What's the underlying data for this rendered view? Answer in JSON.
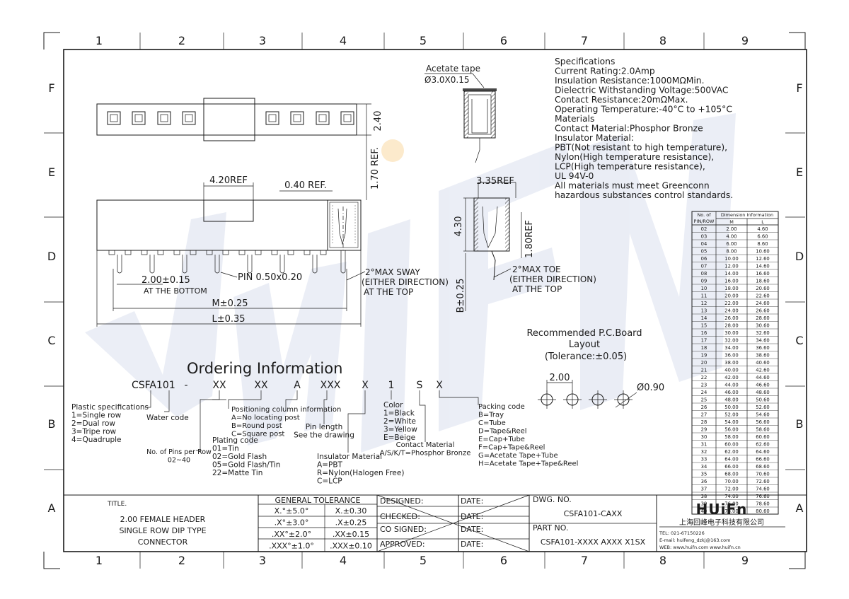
{
  "grid": {
    "cols": [
      "1",
      "2",
      "3",
      "4",
      "5",
      "6",
      "7",
      "8",
      "9"
    ],
    "rows": [
      "F",
      "E",
      "D",
      "C",
      "B",
      "A"
    ]
  },
  "watermark": {
    "text": "HUIFN",
    "color": "#3b57a8"
  },
  "dims": {
    "h240": "2.40",
    "h170": "1.70 REF.",
    "w420": "4.20REF",
    "w040": "0.40 REF.",
    "pitch": "2.00±0.15",
    "pitch_note": "AT THE BOTTOM",
    "pin": "PIN 0.50x0.20",
    "m": "M±0.25",
    "l": "L±0.35",
    "sway1": "2°MAX SWAY",
    "sway2": "(EITHER DIRECTION)",
    "sway3": "AT THE TOP",
    "acetate": "Acetate tape",
    "acetate_dim": "Ø3.0X0.15",
    "w335": "3.35REF",
    "h430": "4.30",
    "h180": "1.80REF",
    "b": "B±0.25",
    "toe1": "2°MAX TOE",
    "toe2": "(EITHER DIRECTION)",
    "toe3": "AT THE TOP"
  },
  "specs": [
    "Specifications",
    "Current Rating:2.0Amp",
    "Insulation Resistance:1000MΩMin.",
    "Dielectric Withstanding Voltage:500VAC",
    "Contact Resistance:20mΩMax.",
    "Operating Temperature:-40°C to +105°C",
    "Materials",
    "Contact Material:Phosphor Bronze",
    "Insulator Material:",
    "PBT(Not resistant to high temperature),",
    "Nylon(High temperature resistance),",
    "LCP(High temperature resistance),",
    "UL 94V-0",
    "All materials must meet Greenconn",
    "hazardous substances control standards."
  ],
  "dim_table": {
    "h_no": "No. of",
    "h_pin": "PIN/ROW",
    "h_dim": "Dimension Information",
    "h_m": "M",
    "h_l": "L",
    "rows": [
      [
        "02",
        "2.00",
        "4.60"
      ],
      [
        "03",
        "4.00",
        "6.60"
      ],
      [
        "04",
        "6.00",
        "8.60"
      ],
      [
        "05",
        "8.00",
        "10.60"
      ],
      [
        "06",
        "10.00",
        "12.60"
      ],
      [
        "07",
        "12.00",
        "14.60"
      ],
      [
        "08",
        "14.00",
        "16.60"
      ],
      [
        "09",
        "16.00",
        "18.60"
      ],
      [
        "10",
        "18.00",
        "20.60"
      ],
      [
        "11",
        "20.00",
        "22.60"
      ],
      [
        "12",
        "22.00",
        "24.60"
      ],
      [
        "13",
        "24.00",
        "26.60"
      ],
      [
        "14",
        "26.00",
        "28.60"
      ],
      [
        "15",
        "28.00",
        "30.60"
      ],
      [
        "16",
        "30.00",
        "32.60"
      ],
      [
        "17",
        "32.00",
        "34.60"
      ],
      [
        "18",
        "34.00",
        "36.60"
      ],
      [
        "19",
        "36.00",
        "38.60"
      ],
      [
        "20",
        "38.00",
        "40.60"
      ],
      [
        "21",
        "40.00",
        "42.60"
      ],
      [
        "22",
        "42.00",
        "44.60"
      ],
      [
        "23",
        "44.00",
        "46.60"
      ],
      [
        "24",
        "46.00",
        "48.60"
      ],
      [
        "25",
        "48.00",
        "50.60"
      ],
      [
        "26",
        "50.00",
        "52.60"
      ],
      [
        "27",
        "52.00",
        "54.60"
      ],
      [
        "28",
        "54.00",
        "56.60"
      ],
      [
        "29",
        "56.00",
        "58.60"
      ],
      [
        "30",
        "58.00",
        "60.60"
      ],
      [
        "31",
        "60.00",
        "62.60"
      ],
      [
        "32",
        "62.00",
        "64.60"
      ],
      [
        "33",
        "64.00",
        "66.60"
      ],
      [
        "34",
        "66.00",
        "68.60"
      ],
      [
        "35",
        "68.00",
        "70.60"
      ],
      [
        "36",
        "70.00",
        "72.60"
      ],
      [
        "37",
        "72.00",
        "74.60"
      ],
      [
        "38",
        "74.00",
        "76.60"
      ],
      [
        "39",
        "76.00",
        "78.60"
      ],
      [
        "40",
        "78.00",
        "80.60"
      ]
    ]
  },
  "pcb": {
    "title1": "Recommended P.C.Board",
    "title2": "Layout",
    "title3": "(Tolerance:±0.05)",
    "pitch": "2.00",
    "hole": "Ø0.90"
  },
  "ordering": {
    "title": "Ordering Information",
    "code": [
      "CSFA101",
      "-",
      "XX",
      "XX",
      "A",
      "XXX",
      "X",
      "1",
      "S",
      "X"
    ],
    "plastic": [
      "Plastic specifications",
      "1=Single row",
      "2=Dual row",
      "3=Tripe row",
      "4=Quadruple"
    ],
    "water": "Water code",
    "pins": [
      "No. of Pins per Row",
      "02~40"
    ],
    "positioning": [
      "Positioning column information",
      "A=No locating post",
      "B=Round post",
      "C=Square post"
    ],
    "plating": [
      "Plating code",
      "01=Tin",
      "02=Gold Flash",
      "05=Gold Flash/Tin",
      "22=Matte Tin"
    ],
    "pinlen": [
      "Pin length",
      "See the drawing"
    ],
    "insulator": [
      "Insulator Material",
      "A=PBT",
      "R=Nylon(Halogen Free)",
      "C=LCP"
    ],
    "color": [
      "Color",
      "1=Black",
      "2=White",
      "3=Yellow",
      "E=Beige"
    ],
    "contact": [
      "Contact Material",
      "A/S/K/T=Phosphor Bronze"
    ],
    "packing": [
      "Packing code",
      "B=Tray",
      "C=Tube",
      "D=Tape&Reel",
      "E=Cap+Tube",
      "F=Cap+Tape&Reel",
      "G=Acetate Tape+Tube",
      "H=Acetate Tape+Tape&Reel"
    ]
  },
  "titleblock": {
    "title_label": "TITLE.",
    "title_lines": [
      "2.00 FEMALE HEADER",
      "SINGLE ROW DIP TYPE",
      "CONNECTOR"
    ],
    "gt": "GENERAL TOLERANCE",
    "tol": [
      [
        "X.°±5.0°",
        "X.±0.30"
      ],
      [
        ".X°±3.0°",
        ".X±0.25"
      ],
      [
        ".XX°±2.0°",
        ".XX±0.15"
      ],
      [
        ".XXX°±1.0°",
        ".XXX±0.10"
      ]
    ],
    "roles": [
      "DESIGNED:",
      "CHECKED:",
      "CO SIGNED:",
      "APPROVED:"
    ],
    "date": "DATE:",
    "dwg_label": "DWG. NO.",
    "dwg": "CSFA101-CAXX",
    "part_label": "PART NO.",
    "part": "CSFA101-XXXX AXXX X1SX",
    "brand": "HUiFn",
    "company": "上海回峰电子科技有限公司",
    "tel": "TEL: 021-67150226",
    "email": "E-mail: huifeng_dzkj@163.com",
    "web": "WEB: www.huifn.com   www.huifn.cn"
  }
}
